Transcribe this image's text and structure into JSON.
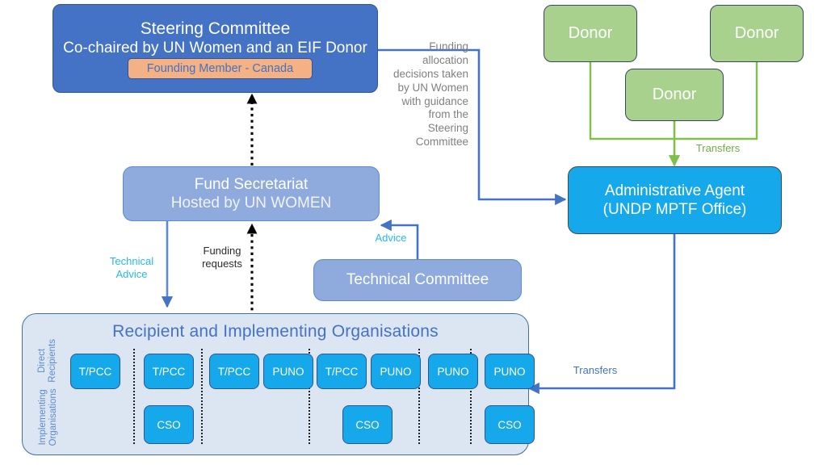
{
  "diagram": {
    "title": "EIF Fund governance and funding flow diagram",
    "colors": {
      "steering_fill": "#4472c4",
      "secretariat_fill": "#8faadc",
      "donor_fill": "#a9d18e",
      "admin_agent_fill": "#15a8ea",
      "panel_fill": "#dce6f3",
      "chip_fill": "#15a8ea",
      "badge_fill": "#f4b183",
      "arrow_blue": "#4472c4",
      "arrow_green": "#70ad47",
      "arrow_black": "#000000"
    }
  },
  "nodes": {
    "steering_committee": {
      "title": "Steering Committee",
      "subtitle": "Co-chaired by UN Women and an EIF Donor",
      "badge": "Founding Member - Canada"
    },
    "fund_secretariat": {
      "title": "Fund Secretariat",
      "subtitle": "Hosted by UN WOMEN"
    },
    "technical_committee": {
      "title": "Technical Committee"
    },
    "administrative_agent": {
      "line1": "Administrative Agent",
      "line2": "(UNDP MPTF Office)"
    },
    "donors": [
      {
        "label": "Donor"
      },
      {
        "label": "Donor"
      },
      {
        "label": "Donor"
      }
    ]
  },
  "edge_labels": {
    "funding_allocation": "Funding\nallocation\ndecisions taken\nby UN Women\nwith guidance\nfrom the\nSteering\nCommittee",
    "advice": "Advice",
    "technical_advice": "Technical\nAdvice",
    "funding_requests": "Funding\nrequests",
    "transfers_donors": "Transfers",
    "transfers_recipients": "Transfers"
  },
  "recipient_panel": {
    "title": "Recipient and Implementing Organisations",
    "row_labels": {
      "direct_recipients": "Direct\nRecipients",
      "implementing_organisations": "Implementing\nOrganisations"
    },
    "groups": [
      {
        "recipients": [
          "T/PCC"
        ],
        "implementers": []
      },
      {
        "recipients": [
          "T/PCC"
        ],
        "implementers": [
          "CSO"
        ]
      },
      {
        "recipients": [
          "T/PCC",
          "PUNO"
        ],
        "implementers": []
      },
      {
        "recipients": [
          "T/PCC",
          "PUNO"
        ],
        "implementers": [
          "CSO"
        ]
      },
      {
        "recipients": [
          "PUNO"
        ],
        "implementers": []
      },
      {
        "recipients": [
          "PUNO"
        ],
        "implementers": [
          "CSO"
        ]
      }
    ]
  }
}
